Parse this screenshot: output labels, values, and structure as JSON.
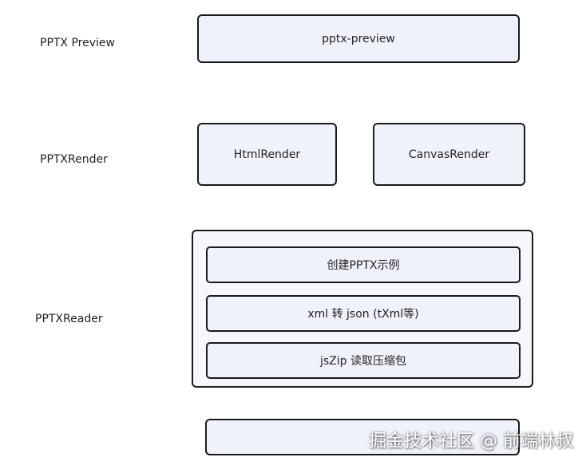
{
  "layers": {
    "preview": {
      "label": "PPTX Preview",
      "boxes": [
        "pptx-preview"
      ]
    },
    "render": {
      "label": "PPTXRender",
      "boxes": [
        "HtmlRender",
        "CanvasRender"
      ]
    },
    "reader": {
      "label": "PPTXReader",
      "boxes": [
        "创建PPTX示例",
        "xml 转 json (tXml等)",
        "jsZip 读取压缩包"
      ]
    }
  },
  "watermark": "掘金技术社区 @ 前端林叔"
}
